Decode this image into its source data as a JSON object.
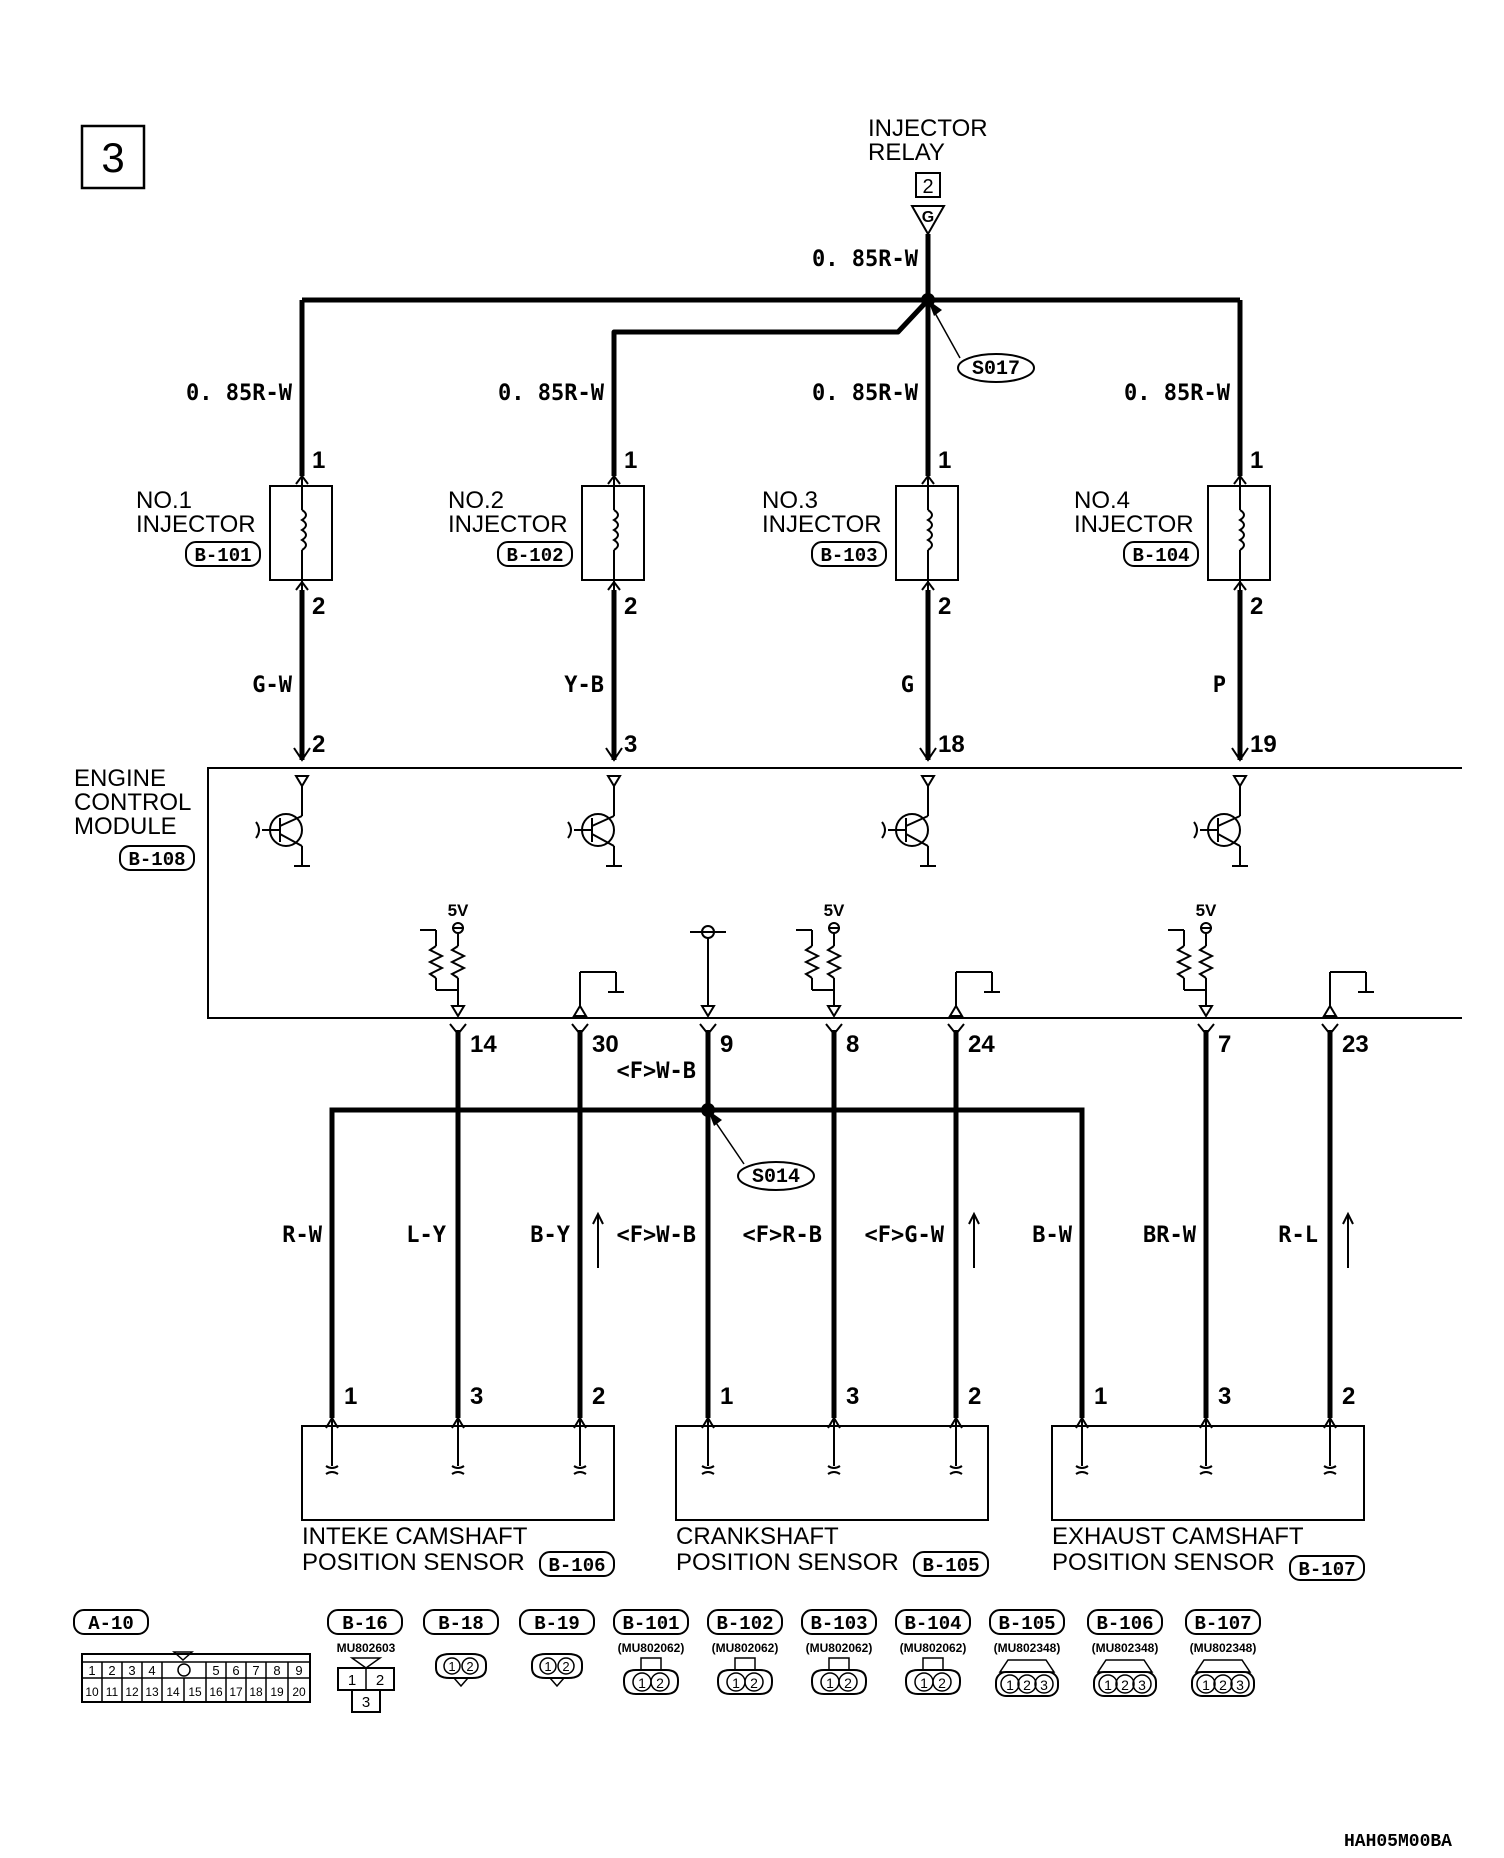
{
  "page_number": "3",
  "relay": {
    "line1": "INJECTOR",
    "line2": "RELAY",
    "pin": "2",
    "connector": "G",
    "wire": "0. 85R-W"
  },
  "splices": {
    "top": "S017",
    "bottom": "S014"
  },
  "injectors": [
    {
      "line1": "NO.1",
      "line2": "INJECTOR",
      "connector": "B-101",
      "top_wire": "0. 85R-W",
      "pin_top": "1",
      "pin_bottom": "2",
      "bottom_wire": "G-W",
      "ecm_pin": "2"
    },
    {
      "line1": "NO.2",
      "line2": "INJECTOR",
      "connector": "B-102",
      "top_wire": "0. 85R-W",
      "pin_top": "1",
      "pin_bottom": "2",
      "bottom_wire": "Y-B",
      "ecm_pin": "3"
    },
    {
      "line1": "NO.3",
      "line2": "INJECTOR",
      "connector": "B-103",
      "top_wire": "0. 85R-W",
      "pin_top": "1",
      "pin_bottom": "2",
      "bottom_wire": "G",
      "ecm_pin": "18"
    },
    {
      "line1": "NO.4",
      "line2": "INJECTOR",
      "connector": "B-104",
      "top_wire": "0. 85R-W",
      "pin_top": "1",
      "pin_bottom": "2",
      "bottom_wire": "P",
      "ecm_pin": "19"
    }
  ],
  "ecm": {
    "line1": "ENGINE",
    "line2": "CONTROL",
    "line3": "MODULE",
    "connector": "B-108"
  },
  "supply_label": "5V",
  "shared_wire": "<F>W-B",
  "sensor_lines": [
    {
      "ecm_pin": "14",
      "wire": "L-Y",
      "sensor_pin": "3"
    },
    {
      "ecm_pin": "30",
      "wire": "B-Y",
      "sensor_pin": "2"
    },
    {
      "ecm_pin": "9",
      "wire": "<F>W-B",
      "sensor_pin": "1"
    },
    {
      "ecm_pin": "8",
      "wire": "<F>R-B",
      "sensor_pin": "3"
    },
    {
      "ecm_pin": "24",
      "wire": "<F>G-W",
      "sensor_pin": "2"
    },
    {
      "ecm_pin": "7",
      "wire": "BR-W",
      "sensor_pin": "3"
    },
    {
      "ecm_pin": "23",
      "wire": "R-L",
      "sensor_pin": "2"
    }
  ],
  "branch_lines": [
    {
      "wire": "R-W",
      "sensor_pin": "1"
    },
    {
      "wire": "B-W",
      "sensor_pin": "1"
    }
  ],
  "sensors": [
    {
      "line1": "INTEKE CAMSHAFT",
      "line2": "POSITION SENSOR",
      "connector": "B-106"
    },
    {
      "line1": "CRANKSHAFT",
      "line2": "POSITION SENSOR",
      "connector": "B-105"
    },
    {
      "line1": "EXHAUST CAMSHAFT",
      "line2": "POSITION SENSOR",
      "connector": "B-107"
    }
  ],
  "legend": {
    "a10": {
      "label": "A-10",
      "row1": [
        "1",
        "2",
        "3",
        "4",
        "",
        "5",
        "6",
        "7",
        "8",
        "9"
      ],
      "row2": [
        "10",
        "11",
        "12",
        "13",
        "14",
        "15",
        "16",
        "17",
        "18",
        "19",
        "20"
      ]
    },
    "b16": {
      "label": "B-16",
      "part": "MU802603",
      "pins": [
        "1",
        "2",
        "3"
      ]
    },
    "b18": {
      "label": "B-18",
      "pins": [
        "1",
        "2"
      ]
    },
    "b19": {
      "label": "B-19",
      "pins": [
        "1",
        "2"
      ]
    },
    "injector_connectors": [
      {
        "label": "B-101",
        "part": "(MU802062)",
        "pins": [
          "1",
          "2"
        ]
      },
      {
        "label": "B-102",
        "part": "(MU802062)",
        "pins": [
          "1",
          "2"
        ]
      },
      {
        "label": "B-103",
        "part": "(MU802062)",
        "pins": [
          "1",
          "2"
        ]
      },
      {
        "label": "B-104",
        "part": "(MU802062)",
        "pins": [
          "1",
          "2"
        ]
      }
    ],
    "sensor_connectors": [
      {
        "label": "B-105",
        "part": "(MU802348)",
        "pins": [
          "1",
          "2",
          "3"
        ]
      },
      {
        "label": "B-106",
        "part": "(MU802348)",
        "pins": [
          "1",
          "2",
          "3"
        ]
      },
      {
        "label": "B-107",
        "part": "(MU802348)",
        "pins": [
          "1",
          "2",
          "3"
        ]
      }
    ]
  },
  "figure_code": "HAH05M00BA"
}
